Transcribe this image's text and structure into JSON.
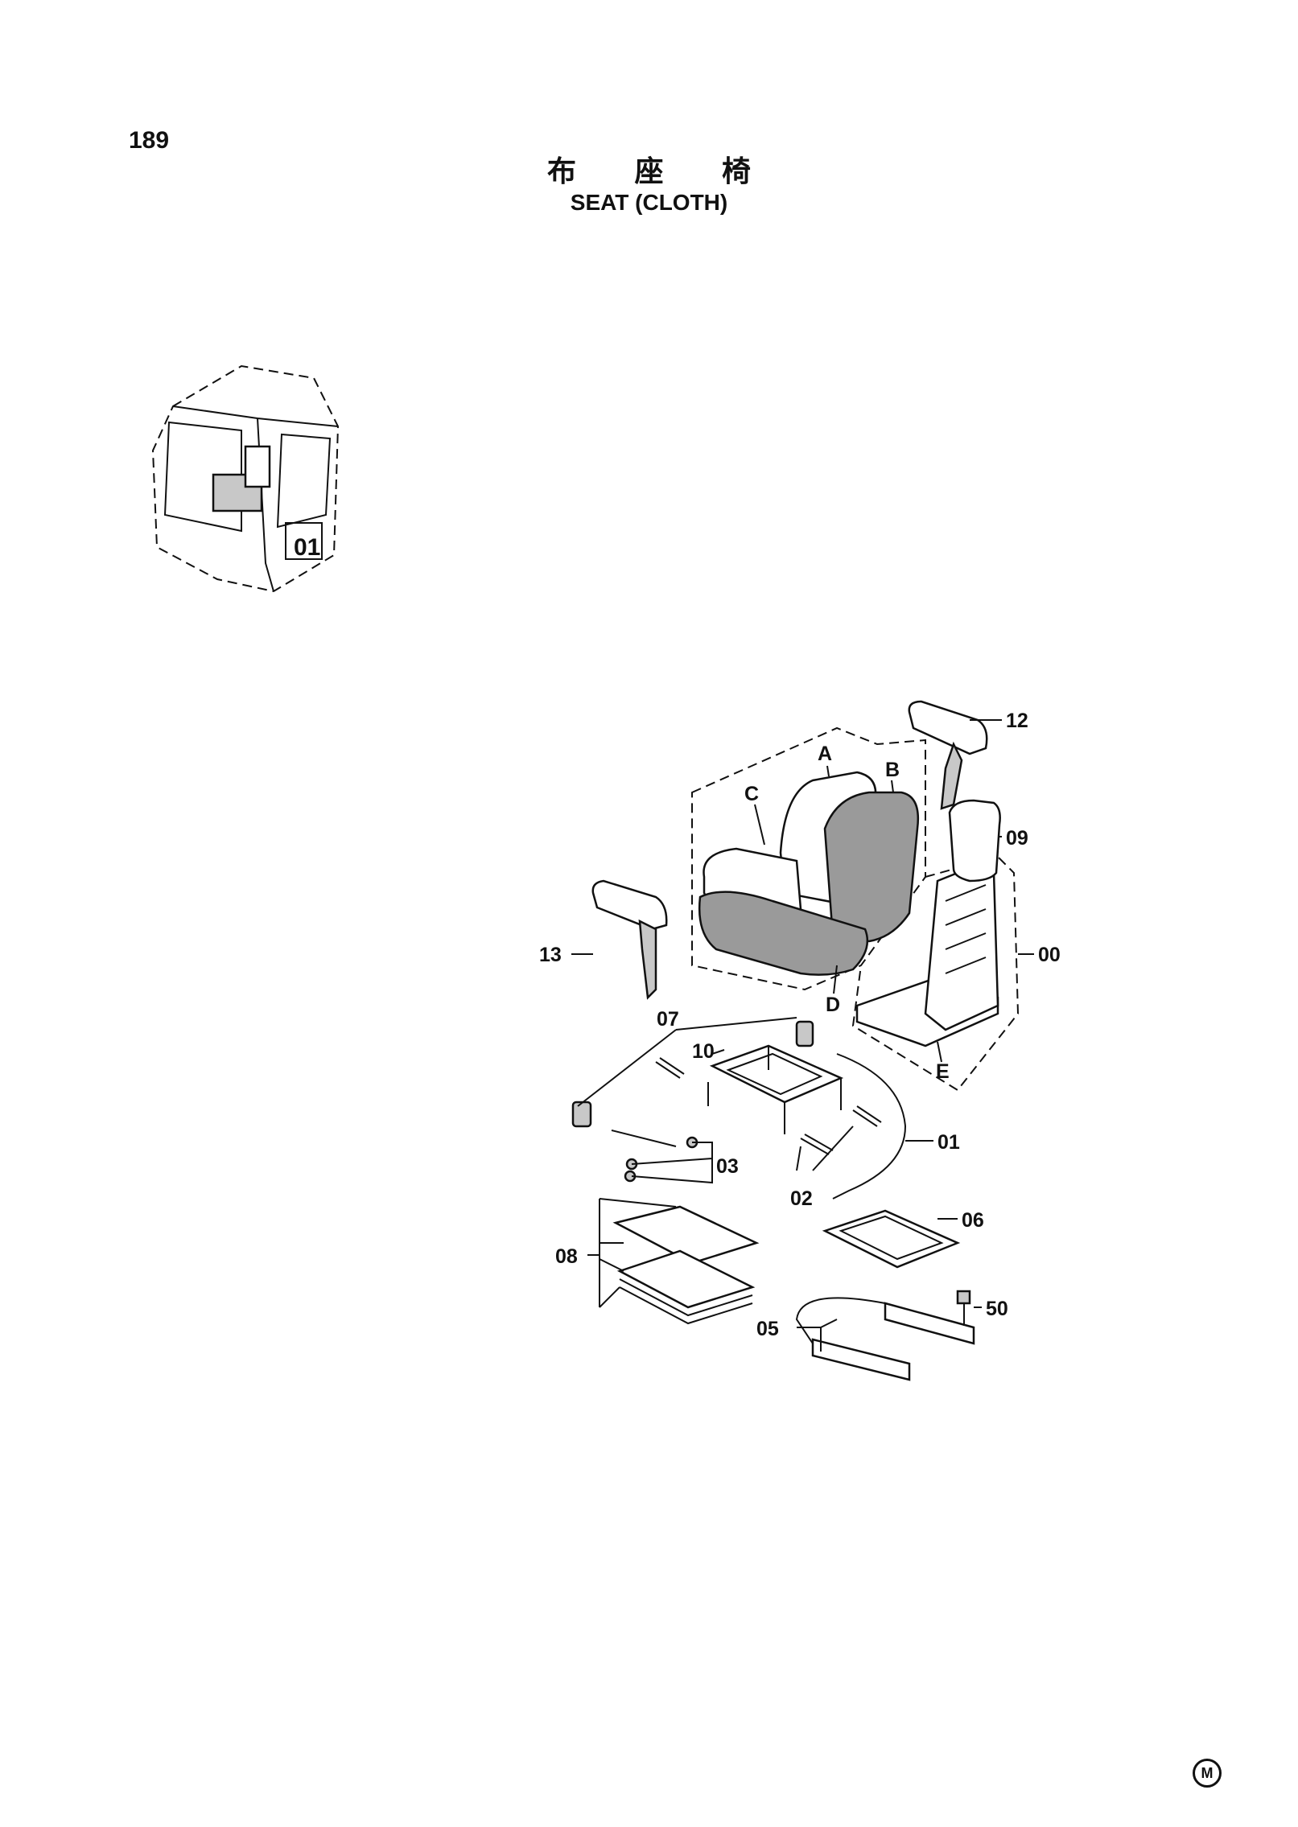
{
  "page_number": "189",
  "title_cn": "布 座 椅",
  "title_en": "SEAT (CLOTH)",
  "mark": "M",
  "part_labels": {
    "A": "A",
    "B": "B",
    "C": "C",
    "D": "D",
    "E": "E",
    "p00": "00",
    "p01": "01",
    "p02": "02",
    "p03": "03",
    "p05": "05",
    "p06": "06",
    "p07": "07",
    "p08": "08",
    "p09": "09",
    "p10": "10",
    "p12": "12",
    "p13": "13",
    "p50": "50"
  }
}
